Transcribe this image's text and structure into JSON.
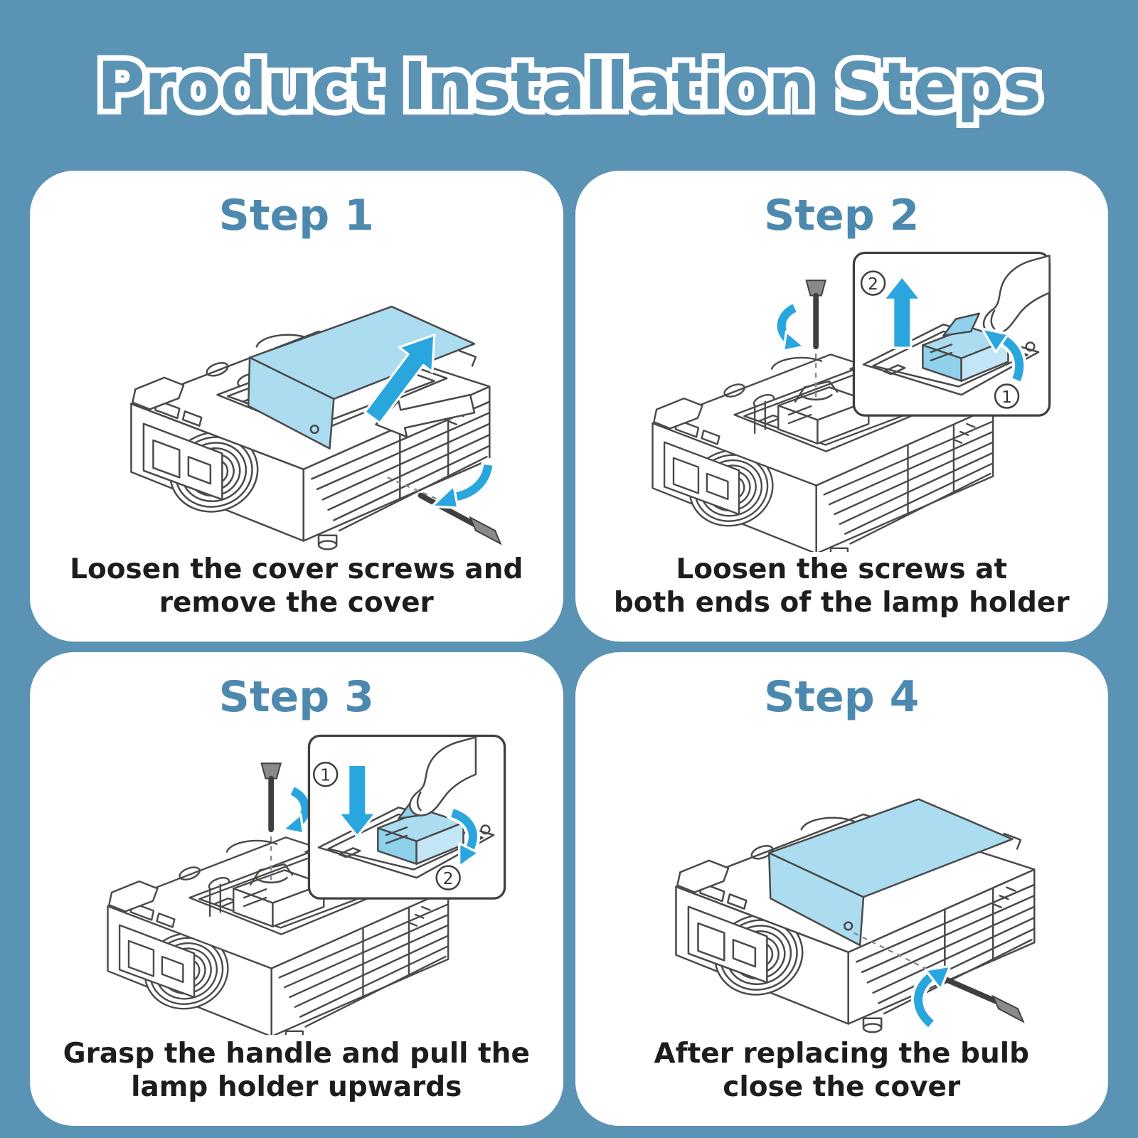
{
  "title": "Product Installation Steps",
  "colors": {
    "background": "#5b93b5",
    "panel": "#ffffff",
    "step_heading": "#4d89af",
    "caption_text": "#1d1d1d",
    "cover_light_blue": "#abdcf0",
    "arrow_blue": "#2aa6de",
    "line_art": "#4a4a4a"
  },
  "steps": [
    {
      "label": "Step 1",
      "caption": [
        "Loosen the cover screws and",
        "remove the cover"
      ]
    },
    {
      "label": "Step 2",
      "caption": [
        "Loosen the screws at",
        "both ends of the lamp holder"
      ],
      "badges": {
        "straight": "2",
        "curved": "1"
      }
    },
    {
      "label": "Step 3",
      "caption": [
        "Grasp the handle and pull the",
        "lamp holder upwards"
      ],
      "badges": {
        "straight": "1",
        "curved": "2"
      }
    },
    {
      "label": "Step 4",
      "caption": [
        "After replacing the bulb",
        "close the cover"
      ]
    }
  ]
}
